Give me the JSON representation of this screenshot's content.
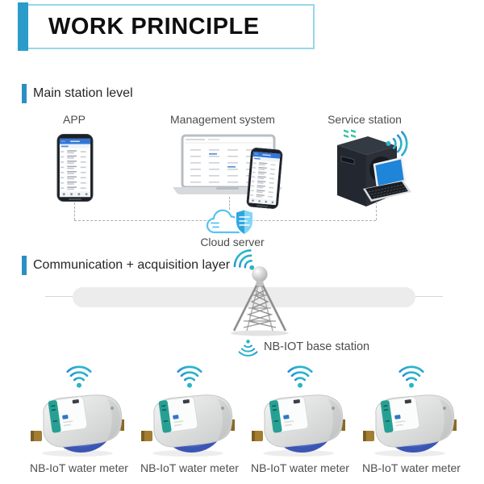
{
  "banner": {
    "title": "WORK PRINCIPLE"
  },
  "sections": [
    {
      "label": "Main station level"
    },
    {
      "label": "Communication + acquisition layer"
    }
  ],
  "main_station": {
    "devices": [
      {
        "label": "APP",
        "icon": "smartphone-app-icon"
      },
      {
        "label": "Management system",
        "icon": "laptop-dashboard-icon"
      },
      {
        "label": "Service station",
        "icon": "server-workstation-icon"
      }
    ],
    "cloud": {
      "label": "Cloud server",
      "icon": "cloud-shield-icon"
    }
  },
  "communication_layer": {
    "tower_icon": "transmission-tower-icon",
    "wifi_icon": "wifi-signal-icon",
    "base_station": {
      "label": "NB-IOT base station",
      "icon": "signal-down-icon"
    }
  },
  "meters": [
    {
      "label": "NB-IoT water meter",
      "icon": "water-meter-icon"
    },
    {
      "label": "NB-IoT water meter",
      "icon": "water-meter-icon"
    },
    {
      "label": "NB-IoT water meter",
      "icon": "water-meter-icon"
    },
    {
      "label": "NB-IoT water meter",
      "icon": "water-meter-icon"
    }
  ],
  "colors": {
    "accent_blue": "#2b8fc3",
    "banner_bar_blue": "#2b9cc9",
    "banner_border": "#96d8e8",
    "wifi_blue": "#2a8ed6",
    "wifi_teal": "#2ab5c4",
    "cloud_outline_blue": "#59c2ee",
    "shield_dark_blue": "#2ea6e0",
    "shield_light_blue": "#82d6f5",
    "pill_gray": "#ececec",
    "meter_display_teal": "#27a094",
    "pipe_blue": "#3b55b4",
    "brass": "#b08a3a",
    "screen_blue": "#1e85d8"
  }
}
